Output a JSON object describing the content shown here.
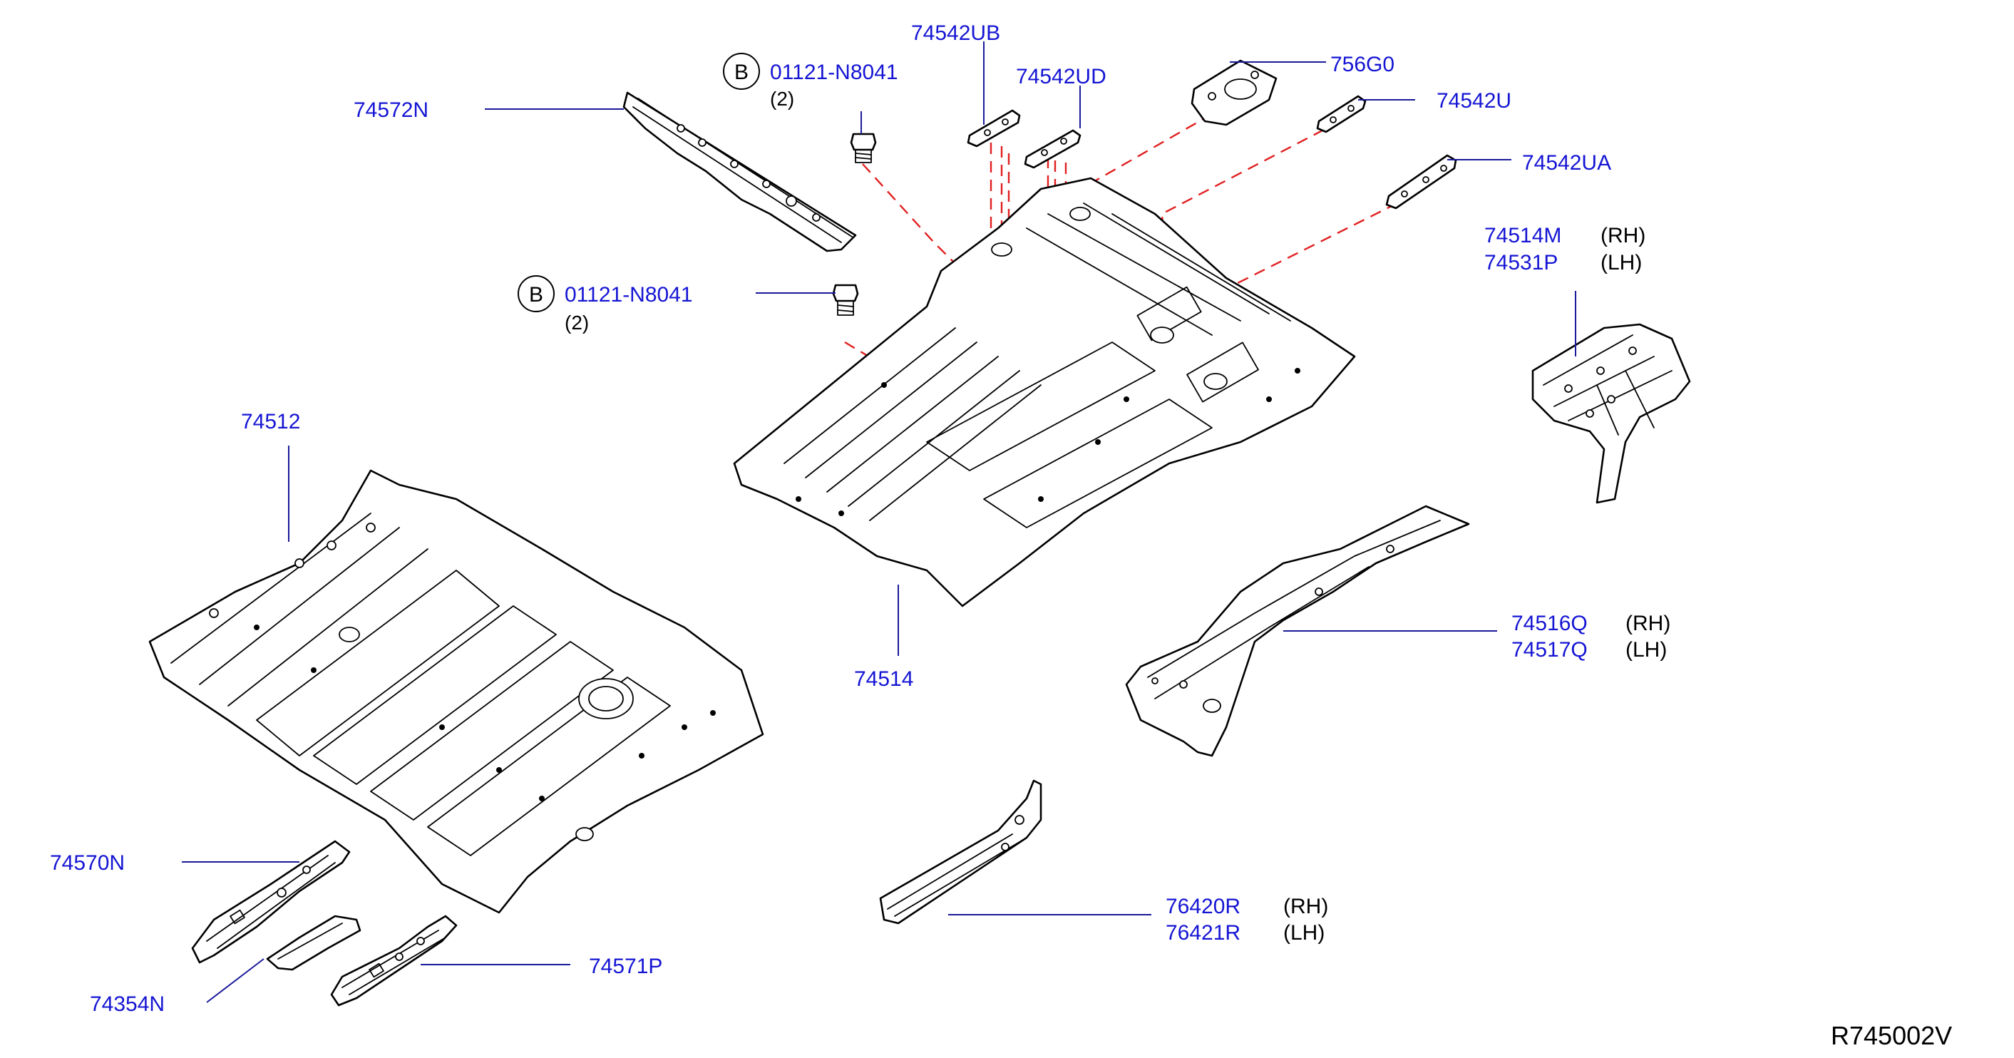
{
  "parts": {
    "p74572N": "74572N",
    "p01121a": "01121-N8041",
    "p01121a_qty": "(2)",
    "p01121b": "01121-N8041",
    "p01121b_qty": "(2)",
    "bolt_marker": "B",
    "p74542UB": "74542UB",
    "p74542UD": "74542UD",
    "p756G0": "756G0",
    "p74542U": "74542U",
    "p74542UA": "74542UA",
    "p74514M": "74514M",
    "p74514M_side": "(RH)",
    "p74531P": "74531P",
    "p74531P_side": "(LH)",
    "p74512": "74512",
    "p74514": "74514",
    "p74516Q": "74516Q",
    "p74516Q_side": "(RH)",
    "p74517Q": "74517Q",
    "p74517Q_side": "(LH)",
    "p74570N": "74570N",
    "p74354N": "74354N",
    "p74571P": "74571P",
    "p76420R": "76420R",
    "p76420R_side": "(RH)",
    "p76421R": "76421R",
    "p76421R_side": "(LH)"
  },
  "diagram_code": "R745002V",
  "colors": {
    "part_label": "#1515d4",
    "leader": "#1a1a9a",
    "dashed_line": "#e02020",
    "outline": "#000000"
  }
}
